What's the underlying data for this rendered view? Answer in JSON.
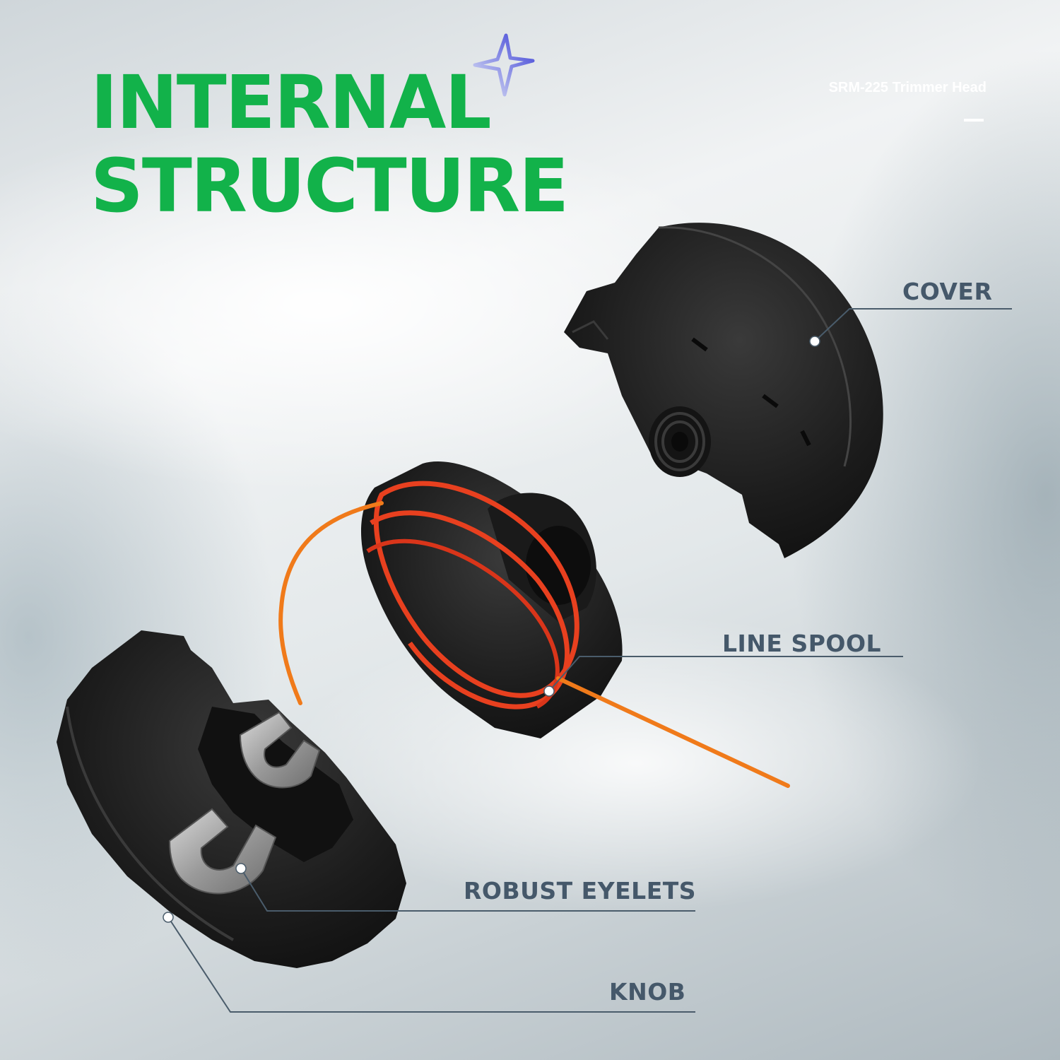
{
  "headline": {
    "line1": "INTERNAL",
    "line2": "STRUCTURE"
  },
  "product": {
    "name": "SRM-225 Trimmer Head"
  },
  "callouts": [
    {
      "label": "COVER"
    },
    {
      "label": "LINE SPOOL"
    },
    {
      "label": "ROBUST EYELETS"
    },
    {
      "label": "KNOB"
    }
  ],
  "colors": {
    "headline": "#12b24a",
    "callout_text": "#45586a",
    "callout_line": "#4a5c6b",
    "trimmer_line": "#e8401f",
    "part_plastic": "#1a1a1a"
  },
  "icons": {
    "brand": "sparkle-star-icon"
  }
}
